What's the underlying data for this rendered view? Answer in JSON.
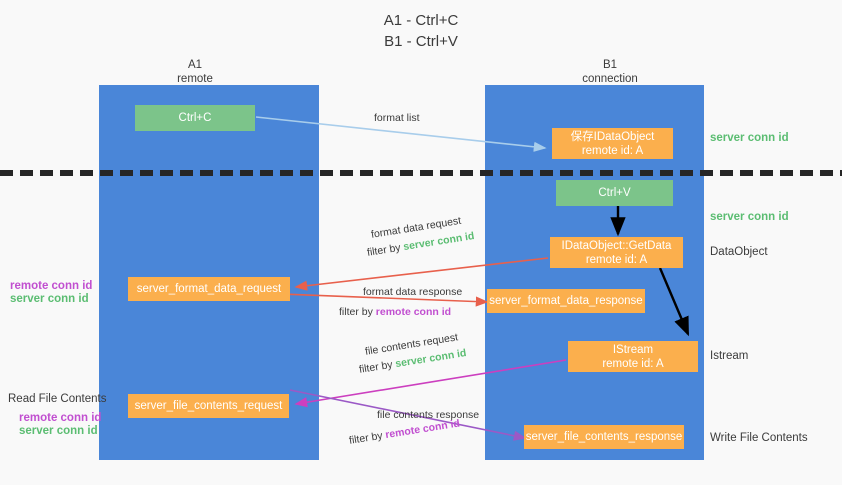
{
  "title": {
    "line1": "A1 - Ctrl+C",
    "line2": "B1 - Ctrl+V"
  },
  "columns": [
    {
      "name": "A1",
      "role": "remote"
    },
    {
      "name": "B1",
      "role": "connection"
    }
  ],
  "nodes": {
    "ctrl_c": {
      "label": "Ctrl+C"
    },
    "save_dataobject": {
      "line1": "保存IDataObject",
      "line2": "remote id: A"
    },
    "ctrl_v": {
      "label": "Ctrl+V"
    },
    "getdata": {
      "line1": "IDataObject::GetData",
      "line2": "remote id: A"
    },
    "istream": {
      "line1": "IStream",
      "line2": "remote id: A"
    },
    "server_format_data_request": {
      "label": "server_format_data_request"
    },
    "server_format_data_response": {
      "label": "server_format_data_response"
    },
    "server_file_contents_request": {
      "label": "server_file_contents_request"
    },
    "server_file_contents_response": {
      "label": "server_file_contents_response"
    }
  },
  "right_labels": {
    "server_conn_id_top": "server conn id",
    "server_conn_id_mid": "server conn id",
    "dataobject": "DataObject",
    "istream": "Istream",
    "write_file_contents": "Write File Contents"
  },
  "left_labels": {
    "remote_conn_id_1": "remote conn id",
    "server_conn_id_1": "server conn id",
    "read_file_contents": "Read File Contents",
    "remote_conn_id_2": "remote conn id",
    "server_conn_id_2": "server conn id"
  },
  "edges": {
    "format_list": "format list",
    "format_data_request": "format data request",
    "format_data_request_filter_pre": "filter by ",
    "format_data_request_filter_key": "server conn id",
    "format_data_response": "format data response",
    "format_data_response_filter_pre": "filter by ",
    "format_data_response_filter_key": "remote conn id",
    "file_contents_request": "file contents request",
    "file_contents_request_filter_pre": "filter by ",
    "file_contents_request_filter_key": "server conn id",
    "file_contents_response": "file contents response",
    "file_contents_response_filter_pre": "filter by ",
    "file_contents_response_filter_key": "remote conn id"
  },
  "colors": {
    "panel": "#4a86d8",
    "green_node": "#7cc48a",
    "orange_node": "#fbaf4d",
    "green_text": "#5bbd72",
    "purple_text": "#c14fd0",
    "arrow_blue": "#a8cdeb",
    "arrow_red": "#e8604c",
    "arrow_magenta": "#cc3fbf",
    "arrow_purple": "#9b59c6",
    "arrow_black": "#000000",
    "background": "#f9f9f9"
  }
}
